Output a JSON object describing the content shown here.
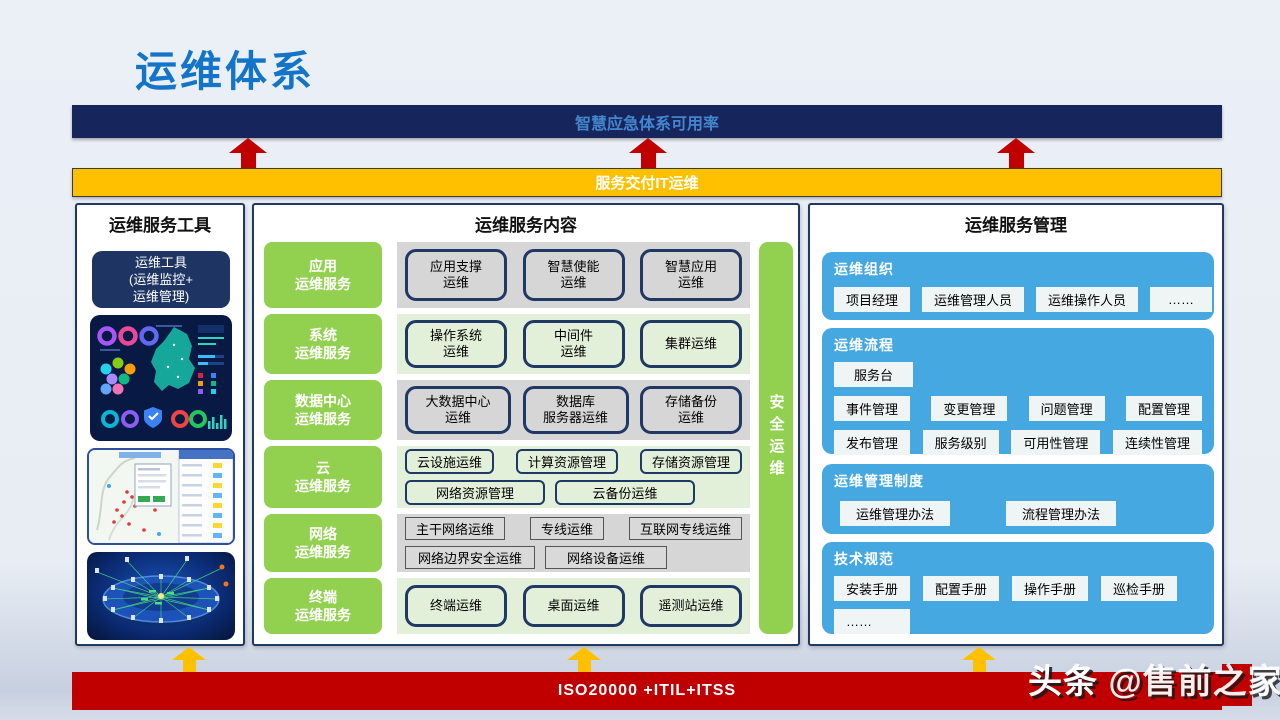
{
  "title": "运维体系",
  "bars": {
    "top": "智慧应急体系可用率",
    "delivery": "服务交付IT运维",
    "bottom": "ISO20000 +ITIL+ITSS"
  },
  "tools": {
    "title": "运维服务工具",
    "toolbox": "运维工具\n(运维监控+\n运维管理)",
    "thumbnails": [
      "monitoring-dashboard",
      "gis-alarm-map",
      "3d-network-topology"
    ]
  },
  "content": {
    "title": "运维服务内容",
    "security": "安全运维",
    "labels": [
      "应用\n运维服务",
      "系统\n运维服务",
      "数据中心\n运维服务",
      "云\n运维服务",
      "网络\n运维服务",
      "终端\n运维服务"
    ],
    "app": [
      "应用支撑\n运维",
      "智慧使能\n运维",
      "智慧应用\n运维"
    ],
    "sys": [
      "操作系统\n运维",
      "中间件\n运维",
      "集群运维"
    ],
    "dc": [
      "大数据中心\n运维",
      "数据库\n服务器运维",
      "存储备份\n运维"
    ],
    "cloud1": [
      "云设施运维",
      "计算资源管理",
      "存储资源管理"
    ],
    "cloud2": [
      "网络资源管理",
      "云备份运维"
    ],
    "net1": [
      "主干网络运维",
      "专线运维",
      "互联网专线运维"
    ],
    "net2": [
      "网络边界安全运维",
      "网络设备运维"
    ],
    "term": [
      "终端运维",
      "桌面运维",
      "遥测站运维"
    ]
  },
  "management": {
    "title": "运维服务管理",
    "org": {
      "title": "运维组织",
      "items": [
        "项目经理",
        "运维管理人员",
        "运维操作人员",
        "……"
      ]
    },
    "process": {
      "title": "运维流程",
      "row1": [
        "服务台"
      ],
      "row2": [
        "事件管理",
        "变更管理",
        "问题管理",
        "配置管理"
      ],
      "row3": [
        "发布管理",
        "服务级别",
        "可用性管理",
        "连续性管理"
      ]
    },
    "policy": {
      "title": "运维管理制度",
      "items": [
        "运维管理办法",
        "流程管理办法"
      ]
    },
    "spec": {
      "title": "技术规范",
      "row1": [
        "安装手册",
        "配置手册",
        "操作手册",
        "巡检手册"
      ],
      "row2": [
        "……"
      ]
    }
  },
  "watermark": {
    "brand": "头条",
    "handle": "@售前之家"
  },
  "colors": {
    "accent_blue": "#1374C8",
    "navy": "#16265C",
    "box_border_navy": "#1F3864",
    "gold": "#FFC000",
    "red": "#C00000",
    "green": "#92D050",
    "light_green_fill": "#E2F0D9",
    "gray_fill": "#D6D6D6",
    "sky_blue_section": "#45A8E0",
    "section_box_fill": "#EFF5F4"
  }
}
